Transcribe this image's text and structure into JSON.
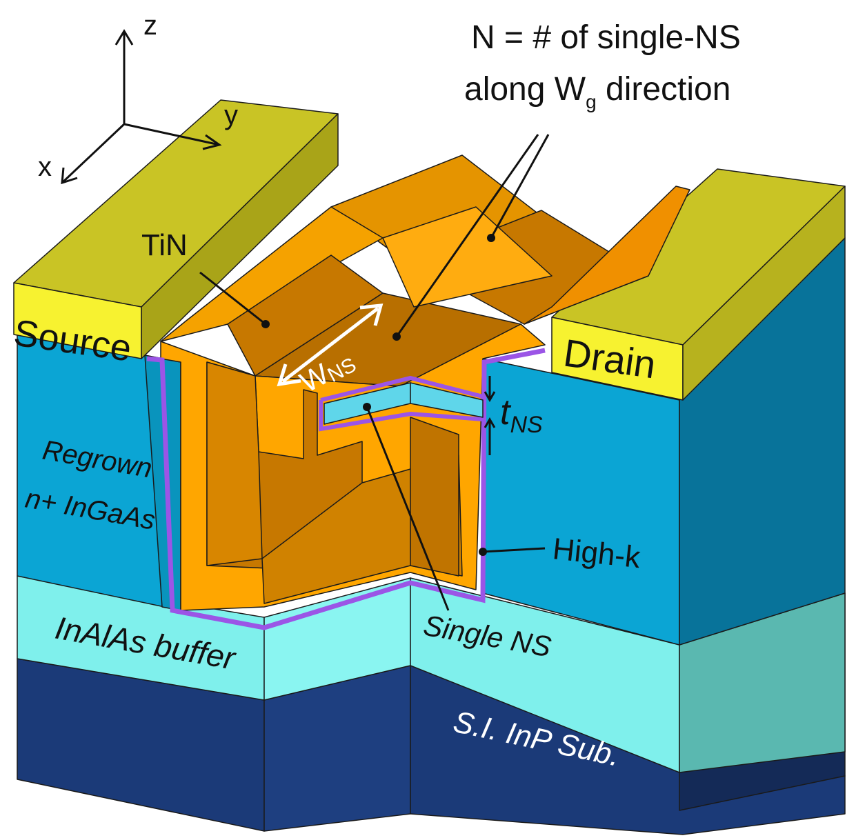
{
  "axes": {
    "z": "z",
    "y": "y",
    "x": "x"
  },
  "annotation_top": {
    "line1": "N = # of single-NS",
    "line2_pre": "along W",
    "line2_sub": "g",
    "line2_post": " direction"
  },
  "labels": {
    "tin": "TiN",
    "source": "Source",
    "drain": "Drain",
    "w_ns_main": "W",
    "w_ns_sub": "NS",
    "t_ns_main": "t",
    "t_ns_sub": "NS",
    "regrown_line1": "Regrown",
    "regrown_line2": "n+ InGaAs",
    "high_k": "High-k",
    "buffer": "InAlAs buffer",
    "single_ns": "Single NS",
    "substrate": "S.I. InP Sub."
  },
  "colors": {
    "contact_top": "#c9c425",
    "contact_front": "#f7f230",
    "regrown_front": "#0ba5d4",
    "regrown_side": "#08739a",
    "buffer_front": "#7ff0ec",
    "buffer_side": "#5ab8b0",
    "substrate_front": "#1b3a78",
    "substrate_side": "#142a57",
    "gate_light": "#ffa600",
    "gate_mid": "#f09000",
    "gate_dark": "#c77800",
    "high_k": "#9b55e6",
    "nanosheet": "#5fd6ea"
  }
}
